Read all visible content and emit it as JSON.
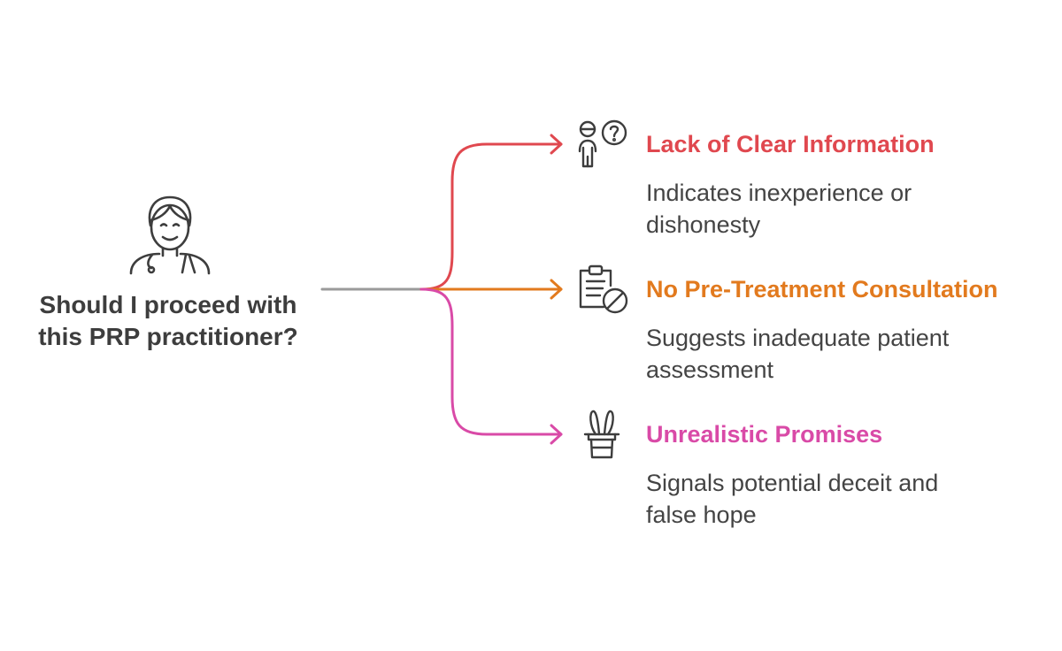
{
  "colors": {
    "background": "#ffffff",
    "text": "#3d3d3d",
    "trunk_line": "#9a9a9a",
    "option_red": "#e0484f",
    "option_orange": "#e27a1e",
    "option_pink": "#d94aa7",
    "icon_stroke": "#3d3d3d"
  },
  "root": {
    "icon": "doctor-icon",
    "question_lines": [
      "Should I proceed with",
      "this PRP practitioner?"
    ]
  },
  "options": [
    {
      "title": "Lack of Clear Information",
      "description_lines": [
        "Indicates inexperience or",
        "dishonesty"
      ],
      "color": "#e0484f",
      "icon": "person-question-icon"
    },
    {
      "title": "No Pre-Treatment Consultation",
      "description_lines": [
        "Suggests inadequate patient",
        "assessment"
      ],
      "color": "#e27a1e",
      "icon": "clipboard-prohibited-icon"
    },
    {
      "title": "Unrealistic Promises",
      "description_lines": [
        "Signals potential deceit and",
        "false hope"
      ],
      "color": "#d94aa7",
      "icon": "magic-hat-rabbit-icon"
    }
  ]
}
